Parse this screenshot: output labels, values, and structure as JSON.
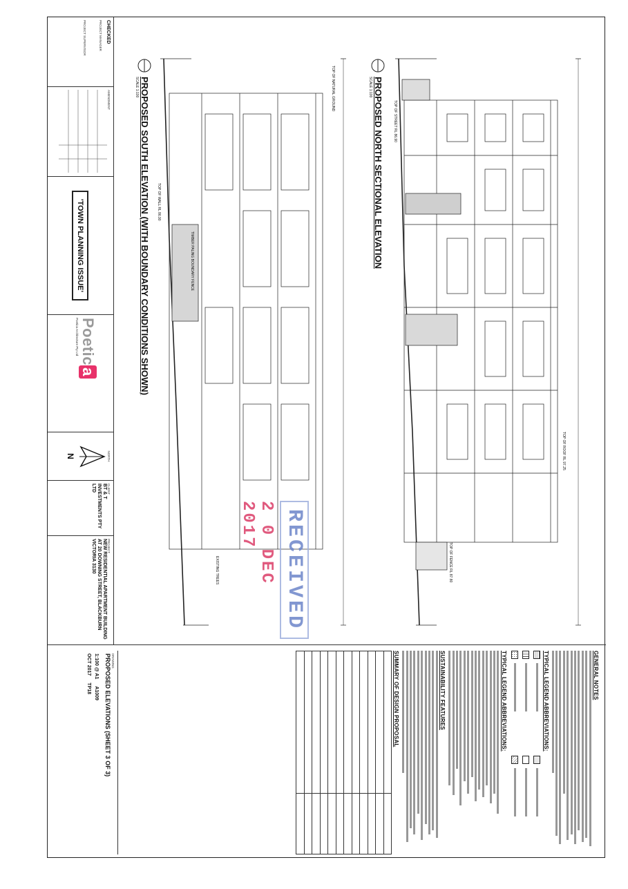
{
  "notes": {
    "general_notes_title": "GENERAL NOTES",
    "legend_title": "TYPICAL LEGEND ABBREVIATIONS:",
    "abbr_title": "TYPICAL LEGEND ABBREVIATIONS:",
    "sustainability_title": "SUSTAINABILITY FEATURES",
    "summary_title": "SUMMARY OF DESIGN PROPOSAL"
  },
  "drawings": {
    "north_title": "PROPOSED NORTH SECTIONAL ELEVATION",
    "south_title": "PROPOSED SOUTH ELEVATION (WITH BOUNDARY CONDITIONS SHOWN)",
    "scale_note": "SCALE 1:100",
    "north_labels": [
      "TOP OF STREET RL 86.90",
      "TOP OF FENCE RL 87.80",
      "TOP OF ROOF RL 97.25"
    ],
    "south_labels": [
      "TOP OF NATURAL GROUND",
      "TOP OF WALL RL 86.90",
      "TIMBER PALING BOUNDARY FENCE",
      "EXISTING TREES"
    ]
  },
  "received_stamp": {
    "text": "RECEIVED",
    "date": "2 0 DEC 2017"
  },
  "titleblock": {
    "checked_label": "CHECKED",
    "project_manager_label": "PROJECT MANAGER",
    "project_supervisor_label": "PROJECT SUPERVISOR",
    "amendment_label": "AMENDMENT",
    "issue_label": "'TOWN PLANNING ISSUE'",
    "logo_main": "Poetic",
    "logo_accent": "a",
    "logo_sub": "Poetica Architecture Pty Ltd",
    "north_label": "NORTH",
    "north_letter": "N",
    "client_label": "CLIENT",
    "client": "BT & T INVESTMENTS PTY LTD",
    "project_label": "PROJECT",
    "project": "NEW RESIDENTIAL APARTMENT BUILDING AT 20 DOWNING STREET, BLACKBURN VICTORIA 3130",
    "drawing_label": "DRAWING",
    "drawing": "PROPOSED ELEVATIONS (SHEET 3 OF 3)",
    "scale": "1:100 @ A1",
    "job_no": "A1009",
    "date": "OCT 2017",
    "sheet": "TP18"
  }
}
